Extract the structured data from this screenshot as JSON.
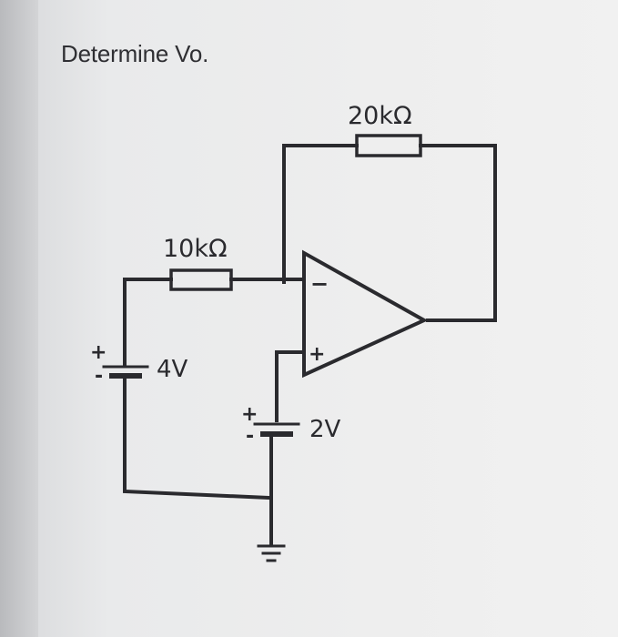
{
  "question": "Determine Vo.",
  "circuit": {
    "feedback_resistor": "20kΩ",
    "input_resistor": "10kΩ",
    "source_left": {
      "value": "4V",
      "plus": "+",
      "minus": "-"
    },
    "source_right": {
      "value": "2V",
      "plus": "+",
      "minus": "-"
    },
    "opamp": {
      "inverting": "−",
      "noninverting": "+"
    }
  }
}
